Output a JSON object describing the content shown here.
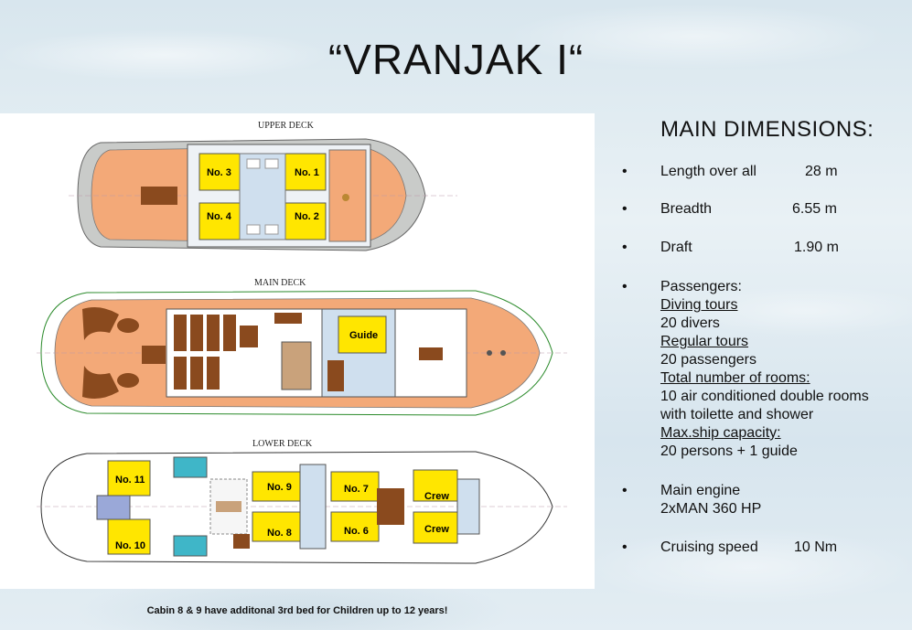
{
  "title": "“VRANJAK  I“",
  "decks": {
    "upper": "UPPER DECK",
    "main": "MAIN DECK",
    "lower": "LOWER DECK"
  },
  "cabins": {
    "no3": "No. 3",
    "no1": "No. 1",
    "no4": "No. 4",
    "no2": "No. 2",
    "guide": "Guide",
    "no11": "No. 11",
    "no10": "No. 10",
    "no9": "No. 9",
    "no8": "No. 8",
    "no7": "No. 7",
    "no6": "No. 6",
    "crew1": "Crew",
    "crew2": "Crew"
  },
  "note": "Cabin 8 & 9 have additonal 3rd bed for Children up to 12 years!",
  "dimensions": {
    "heading": "MAIN DIMENSIONS:",
    "bullet": "•",
    "length": {
      "label": "Length over all",
      "value": "28 m"
    },
    "breadth": {
      "label": "Breadth",
      "value": "6.55 m"
    },
    "draft": {
      "label": "Draft",
      "value": "1.90 m"
    },
    "passengers": {
      "label": "Passengers:",
      "diving_heading": "Diving tours",
      "diving_value": "20 divers",
      "regular_heading": "Regular tours",
      "regular_value": "20 passengers",
      "rooms_heading": "Total number of rooms:",
      "rooms_line1": "10 air conditioned double rooms",
      "rooms_line2": "with toilette and shower",
      "capacity_heading": "Max.ship capacity:",
      "capacity_value": "20 persons  + 1 guide"
    },
    "engine": {
      "label": "Main engine",
      "value": "2xMAN  360 HP"
    },
    "speed": {
      "label": "Cruising speed",
      "value": "10 Nm"
    }
  }
}
